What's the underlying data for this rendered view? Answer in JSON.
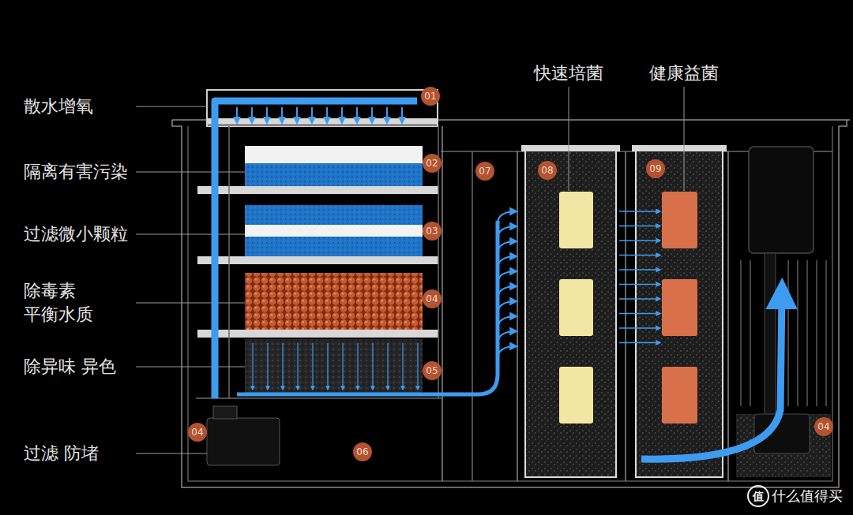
{
  "diagram": {
    "labels": [
      "散水增氧",
      "隔离有害污染",
      "过滤微小颗粒",
      "除毒素 平衡水质",
      "除异味 异色",
      "过滤 防堵",
      "快速培菌",
      "健康益菌",
      "01",
      "02",
      "07",
      "08",
      "09",
      "03",
      "04",
      "05",
      "04",
      "06",
      "04",
      "值",
      "什么值得买"
    ]
  }
}
